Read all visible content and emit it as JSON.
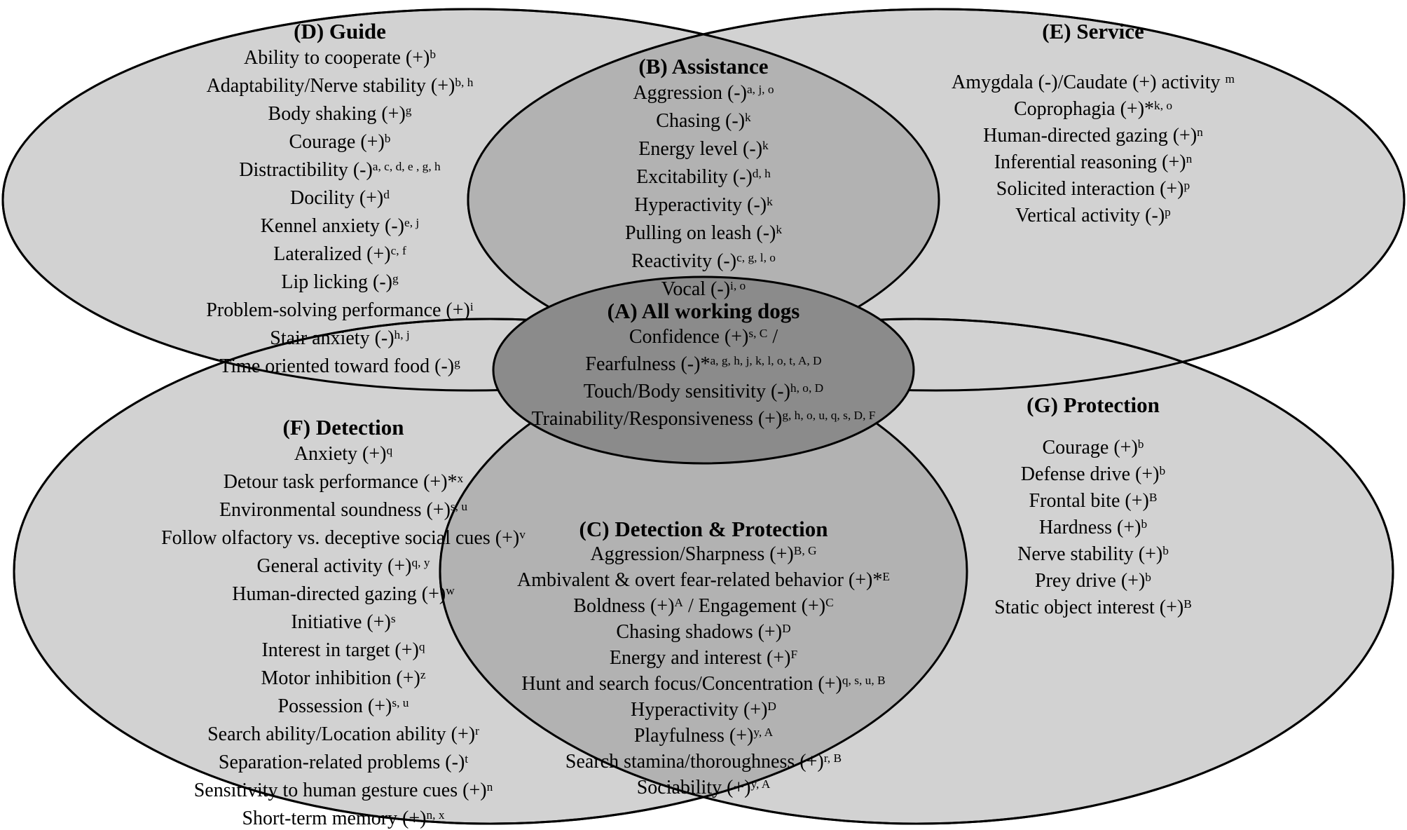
{
  "colors": {
    "outer_ellipse_fill": "#d2d2d2",
    "overlap_fill": "#b2b2b2",
    "center_ellipse_fill": "#8b8b8b",
    "outline": "#000000",
    "text": "#000000",
    "background": "#ffffff"
  },
  "regions": [
    {
      "id": "D",
      "title": "(D) Guide",
      "items": [
        [
          [
            "t",
            "Ability to cooperate (+)"
          ],
          [
            "s",
            "b"
          ]
        ],
        [
          [
            "t",
            "Adaptability/Nerve stability (+)"
          ],
          [
            "s",
            "b, h"
          ]
        ],
        [
          [
            "t",
            "Body shaking (+)"
          ],
          [
            "s",
            "g"
          ]
        ],
        [
          [
            "t",
            "Courage (+)"
          ],
          [
            "s",
            "b"
          ]
        ],
        [
          [
            "t",
            "Distractibility (-)"
          ],
          [
            "s",
            "a, c, d, e , g, h"
          ]
        ],
        [
          [
            "t",
            "Docility (+)"
          ],
          [
            "s",
            "d"
          ]
        ],
        [
          [
            "t",
            "Kennel anxiety (-)"
          ],
          [
            "s",
            "e, j"
          ]
        ],
        [
          [
            "t",
            "Lateralized (+)"
          ],
          [
            "s",
            "c, f"
          ]
        ],
        [
          [
            "t",
            "Lip licking (-)"
          ],
          [
            "s",
            "g"
          ]
        ],
        [
          [
            "t",
            "Problem-solving performance (+)"
          ],
          [
            "s",
            "i"
          ]
        ],
        [
          [
            "t",
            "Stair anxiety (-)"
          ],
          [
            "s",
            "h, j"
          ]
        ],
        [
          [
            "t",
            "Time oriented toward food (-)"
          ],
          [
            "s",
            "g"
          ]
        ]
      ]
    },
    {
      "id": "B",
      "title": "(B) Assistance",
      "items": [
        [
          [
            "t",
            "Aggression (-)"
          ],
          [
            "s",
            "a, j, o"
          ]
        ],
        [
          [
            "t",
            "Chasing (-)"
          ],
          [
            "s",
            "k"
          ]
        ],
        [
          [
            "t",
            "Energy level (-)"
          ],
          [
            "s",
            "k"
          ]
        ],
        [
          [
            "t",
            "Excitability (-)"
          ],
          [
            "s",
            "d, h"
          ]
        ],
        [
          [
            "t",
            "Hyperactivity (-)"
          ],
          [
            "s",
            "k"
          ]
        ],
        [
          [
            "t",
            "Pulling on leash (-)"
          ],
          [
            "s",
            "k"
          ]
        ],
        [
          [
            "t",
            "Reactivity (-)"
          ],
          [
            "s",
            "c, g, l, o"
          ]
        ],
        [
          [
            "t",
            "Vocal (-)"
          ],
          [
            "s",
            "i, o"
          ]
        ]
      ]
    },
    {
      "id": "E",
      "title": "(E) Service",
      "items": [
        [
          [
            "t",
            "Amygdala (-)/Caudate (+) activity "
          ],
          [
            "s",
            "m"
          ]
        ],
        [
          [
            "t",
            "Coprophagia (+)*"
          ],
          [
            "s",
            "k, o"
          ]
        ],
        [
          [
            "t",
            "Human-directed gazing (+)"
          ],
          [
            "s",
            "n"
          ]
        ],
        [
          [
            "t",
            "Inferential reasoning (+)"
          ],
          [
            "s",
            "n"
          ]
        ],
        [
          [
            "t",
            "Solicited interaction (+)"
          ],
          [
            "s",
            "p"
          ]
        ],
        [
          [
            "t",
            "Vertical activity (-)"
          ],
          [
            "s",
            "p"
          ]
        ]
      ]
    },
    {
      "id": "A",
      "title": "(A) All working dogs",
      "items": [
        [
          [
            "t",
            "Confidence (+)"
          ],
          [
            "s",
            "s, C"
          ],
          [
            "t",
            " /"
          ]
        ],
        [
          [
            "t",
            "Fearfulness (-)*"
          ],
          [
            "s",
            "a, g, h, j, k, l, o, t, A, D"
          ]
        ],
        [
          [
            "t",
            "Touch/Body sensitivity (-)"
          ],
          [
            "s",
            "h, o, D"
          ]
        ],
        [
          [
            "t",
            "Trainability/Responsiveness (+)"
          ],
          [
            "s",
            "g, h, o, u, q, s, D, F"
          ]
        ]
      ]
    },
    {
      "id": "F",
      "title": "(F) Detection",
      "items": [
        [
          [
            "t",
            "Anxiety (+)"
          ],
          [
            "s",
            "q"
          ]
        ],
        [
          [
            "t",
            "Detour task performance (+)*"
          ],
          [
            "s",
            "x"
          ]
        ],
        [
          [
            "t",
            "Environmental soundness (+)"
          ],
          [
            "s",
            "s, u"
          ]
        ],
        [
          [
            "t",
            "Follow olfactory vs. deceptive social cues (+)"
          ],
          [
            "s",
            "v"
          ]
        ],
        [
          [
            "t",
            "General activity (+)"
          ],
          [
            "s",
            "q, y"
          ]
        ],
        [
          [
            "t",
            "Human-directed gazing (+)"
          ],
          [
            "s",
            "w"
          ]
        ],
        [
          [
            "t",
            "Initiative (+)"
          ],
          [
            "s",
            "s"
          ]
        ],
        [
          [
            "t",
            "Interest in target (+)"
          ],
          [
            "s",
            "q"
          ]
        ],
        [
          [
            "t",
            "Motor inhibition (+)"
          ],
          [
            "s",
            "z"
          ]
        ],
        [
          [
            "t",
            "Possession (+)"
          ],
          [
            "s",
            "s, u"
          ]
        ],
        [
          [
            "t",
            "Search ability/Location ability (+)"
          ],
          [
            "s",
            "r"
          ]
        ],
        [
          [
            "t",
            "Separation-related problems (-)"
          ],
          [
            "s",
            "t"
          ]
        ],
        [
          [
            "t",
            "Sensitivity to human gesture cues (+)"
          ],
          [
            "s",
            "n"
          ]
        ],
        [
          [
            "t",
            "Short-term memory (+)"
          ],
          [
            "s",
            "n, x"
          ]
        ]
      ]
    },
    {
      "id": "C",
      "title": "(C) Detection & Protection",
      "items": [
        [
          [
            "t",
            "Aggression/Sharpness (+)"
          ],
          [
            "s",
            "B, G"
          ]
        ],
        [
          [
            "t",
            "Ambivalent & overt fear-related behavior (+)*"
          ],
          [
            "s",
            "E"
          ]
        ],
        [
          [
            "t",
            "Boldness (+)"
          ],
          [
            "s",
            "A"
          ],
          [
            "t",
            " / Engagement (+)"
          ],
          [
            "s",
            "C"
          ]
        ],
        [
          [
            "t",
            "Chasing shadows (+)"
          ],
          [
            "s",
            "D"
          ]
        ],
        [
          [
            "t",
            "Energy and interest (+)"
          ],
          [
            "s",
            "F"
          ]
        ],
        [
          [
            "t",
            "Hunt and search focus/Concentration (+)"
          ],
          [
            "s",
            "q, s, u, B"
          ]
        ],
        [
          [
            "t",
            "Hyperactivity (+)"
          ],
          [
            "s",
            "D"
          ]
        ],
        [
          [
            "t",
            "Playfulness (+)"
          ],
          [
            "s",
            "y, A"
          ]
        ],
        [
          [
            "t",
            "Search stamina/thoroughness (+)"
          ],
          [
            "s",
            "r, B"
          ]
        ],
        [
          [
            "t",
            "Sociability (+)"
          ],
          [
            "s",
            "y, A"
          ]
        ]
      ]
    },
    {
      "id": "G",
      "title": "(G) Protection",
      "items": [
        [
          [
            "t",
            "Courage (+)"
          ],
          [
            "s",
            "b"
          ]
        ],
        [
          [
            "t",
            "Defense drive (+)"
          ],
          [
            "s",
            "b"
          ]
        ],
        [
          [
            "t",
            "Frontal bite (+)"
          ],
          [
            "s",
            "B"
          ]
        ],
        [
          [
            "t",
            "Hardness (+)"
          ],
          [
            "s",
            "b"
          ]
        ],
        [
          [
            "t",
            "Nerve stability (+)"
          ],
          [
            "s",
            "b"
          ]
        ],
        [
          [
            "t",
            "Prey drive (+)"
          ],
          [
            "s",
            "b"
          ]
        ],
        [
          [
            "t",
            "Static object interest (+)"
          ],
          [
            "s",
            "B"
          ]
        ]
      ]
    }
  ]
}
